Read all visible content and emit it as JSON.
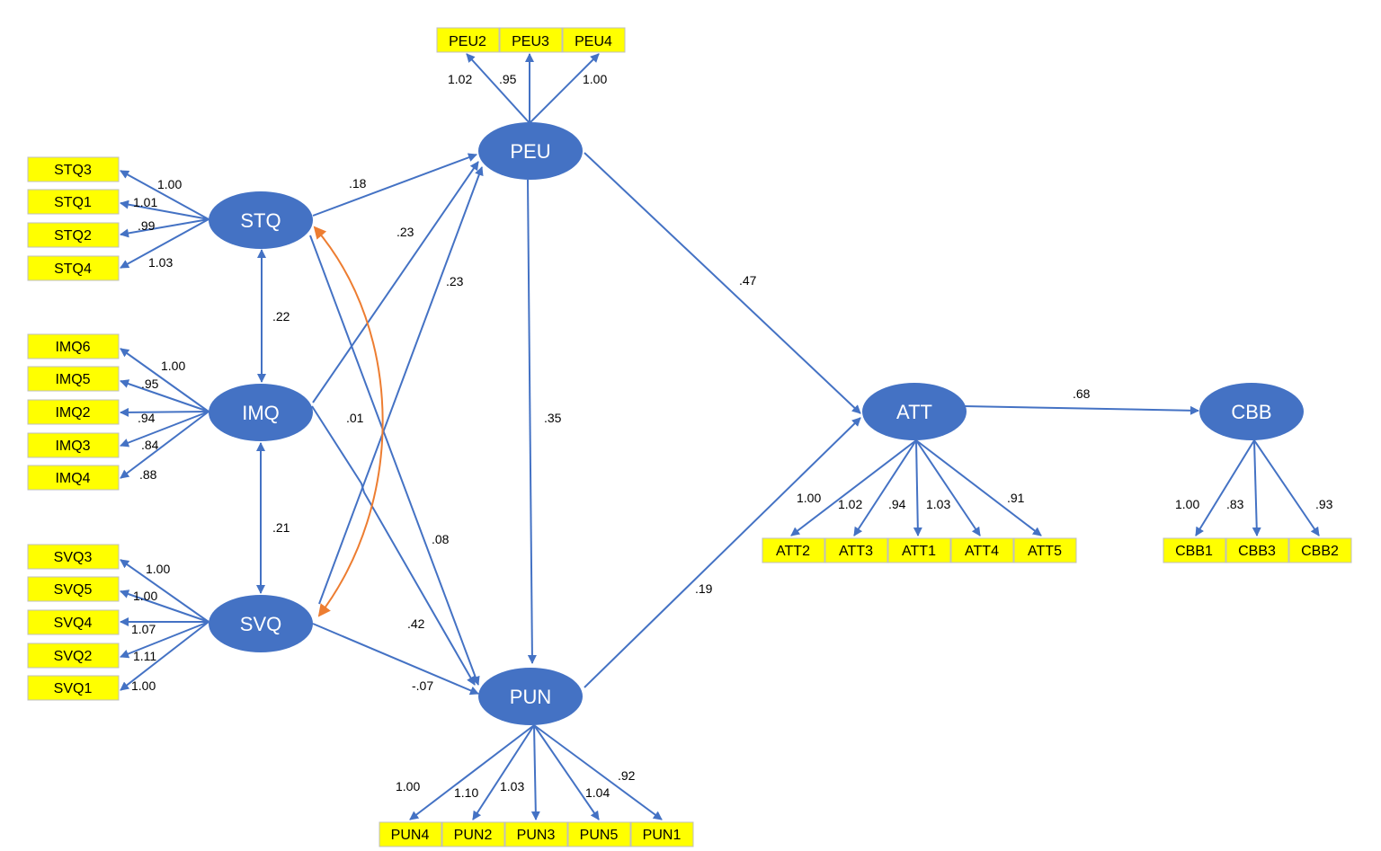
{
  "colors": {
    "latent_fill": "#4472c4",
    "indicator_fill": "#ffff00",
    "indicator_stroke": "#bfbfbf",
    "path": "#4472c4",
    "covariance": "#ed7d31",
    "text": "#000000"
  },
  "latents": {
    "PEU": "PEU",
    "STQ": "STQ",
    "IMQ": "IMQ",
    "SVQ": "SVQ",
    "PUN": "PUN",
    "ATT": "ATT",
    "CBB": "CBB"
  },
  "indicators": {
    "PEU2": "PEU2",
    "PEU3": "PEU3",
    "PEU4": "PEU4",
    "STQ3": "STQ3",
    "STQ1": "STQ1",
    "STQ2": "STQ2",
    "STQ4": "STQ4",
    "IMQ6": "IMQ6",
    "IMQ5": "IMQ5",
    "IMQ2": "IMQ2",
    "IMQ3": "IMQ3",
    "IMQ4": "IMQ4",
    "SVQ3": "SVQ3",
    "SVQ5": "SVQ5",
    "SVQ4": "SVQ4",
    "SVQ2": "SVQ2",
    "SVQ1": "SVQ1",
    "PUN4": "PUN4",
    "PUN2": "PUN2",
    "PUN3": "PUN3",
    "PUN5": "PUN5",
    "PUN1": "PUN1",
    "ATT2": "ATT2",
    "ATT3": "ATT3",
    "ATT1": "ATT1",
    "ATT4": "ATT4",
    "ATT5": "ATT5",
    "CBB1": "CBB1",
    "CBB3": "CBB3",
    "CBB2": "CBB2"
  },
  "loadings": {
    "PEU_PEU2": "1.02",
    "PEU_PEU3": ".95",
    "PEU_PEU4": "1.00",
    "STQ_STQ3": "1.00",
    "STQ_STQ1": "1.01",
    "STQ_STQ2": ".99",
    "STQ_STQ4": "1.03",
    "IMQ_IMQ6": "1.00",
    "IMQ_IMQ5": ".95",
    "IMQ_IMQ2": ".94",
    "IMQ_IMQ3": ".84",
    "IMQ_IMQ4": ".88",
    "SVQ_SVQ3": "1.00",
    "SVQ_SVQ5": "1.00",
    "SVQ_SVQ4": "1.07",
    "SVQ_SVQ2": "1.11",
    "SVQ_SVQ1": "1.00",
    "PUN_PUN4": "1.00",
    "PUN_PUN2": "1.10",
    "PUN_PUN3": "1.03",
    "PUN_PUN5": "1.04",
    "PUN_PUN1": ".92",
    "ATT_ATT2": "1.00",
    "ATT_ATT3": "1.02",
    "ATT_ATT1": ".94",
    "ATT_ATT4": "1.03",
    "ATT_ATT5": ".91",
    "CBB_CBB1": "1.00",
    "CBB_CBB3": ".83",
    "CBB_CBB2": ".93"
  },
  "paths": {
    "STQ_PEU": ".18",
    "IMQ_PEU": ".23",
    "SVQ_PEU": ".23",
    "STQ_PUN": ".08",
    "IMQ_PUN": ".42",
    "SVQ_PUN": "-.07",
    "PEU_PUN": ".35",
    "PEU_ATT": ".47",
    "PUN_ATT": ".19",
    "ATT_CBB": ".68"
  },
  "covariances": {
    "STQ_IMQ": ".22",
    "IMQ_SVQ": ".21",
    "STQ_SVQ": ".01"
  }
}
